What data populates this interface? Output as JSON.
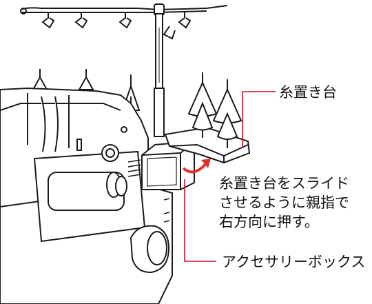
{
  "labels": {
    "thread_stand": "糸置き台",
    "instruction": [
      "糸置き台をスライド",
      "させるように親指で",
      "右方向に押す。"
    ],
    "accessory_box": "アクセサリーボックス"
  },
  "colors": {
    "leader": "#c8102e",
    "arrow": "#e0322c",
    "ink": "#1a1a1a",
    "text": "#111111"
  }
}
